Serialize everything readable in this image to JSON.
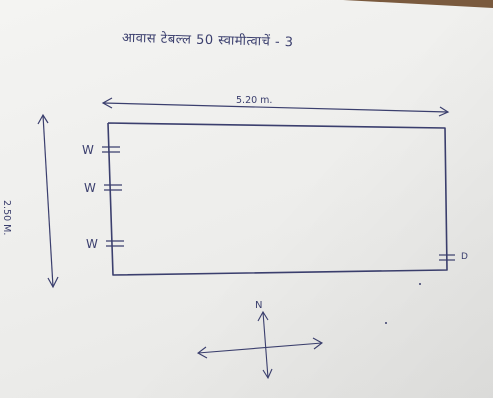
{
  "title": "आवास टेबल्ल 50 स्वामीत्वाचें - 3",
  "dimensions": {
    "width": "5.20 m.",
    "height": "2.50 M."
  },
  "openings": {
    "windows": [
      "W",
      "W",
      "W"
    ],
    "door": "D"
  },
  "compass": {
    "north": "N"
  },
  "colors": {
    "ink": "#3b3f6e",
    "paper": "#f1f1ef"
  }
}
